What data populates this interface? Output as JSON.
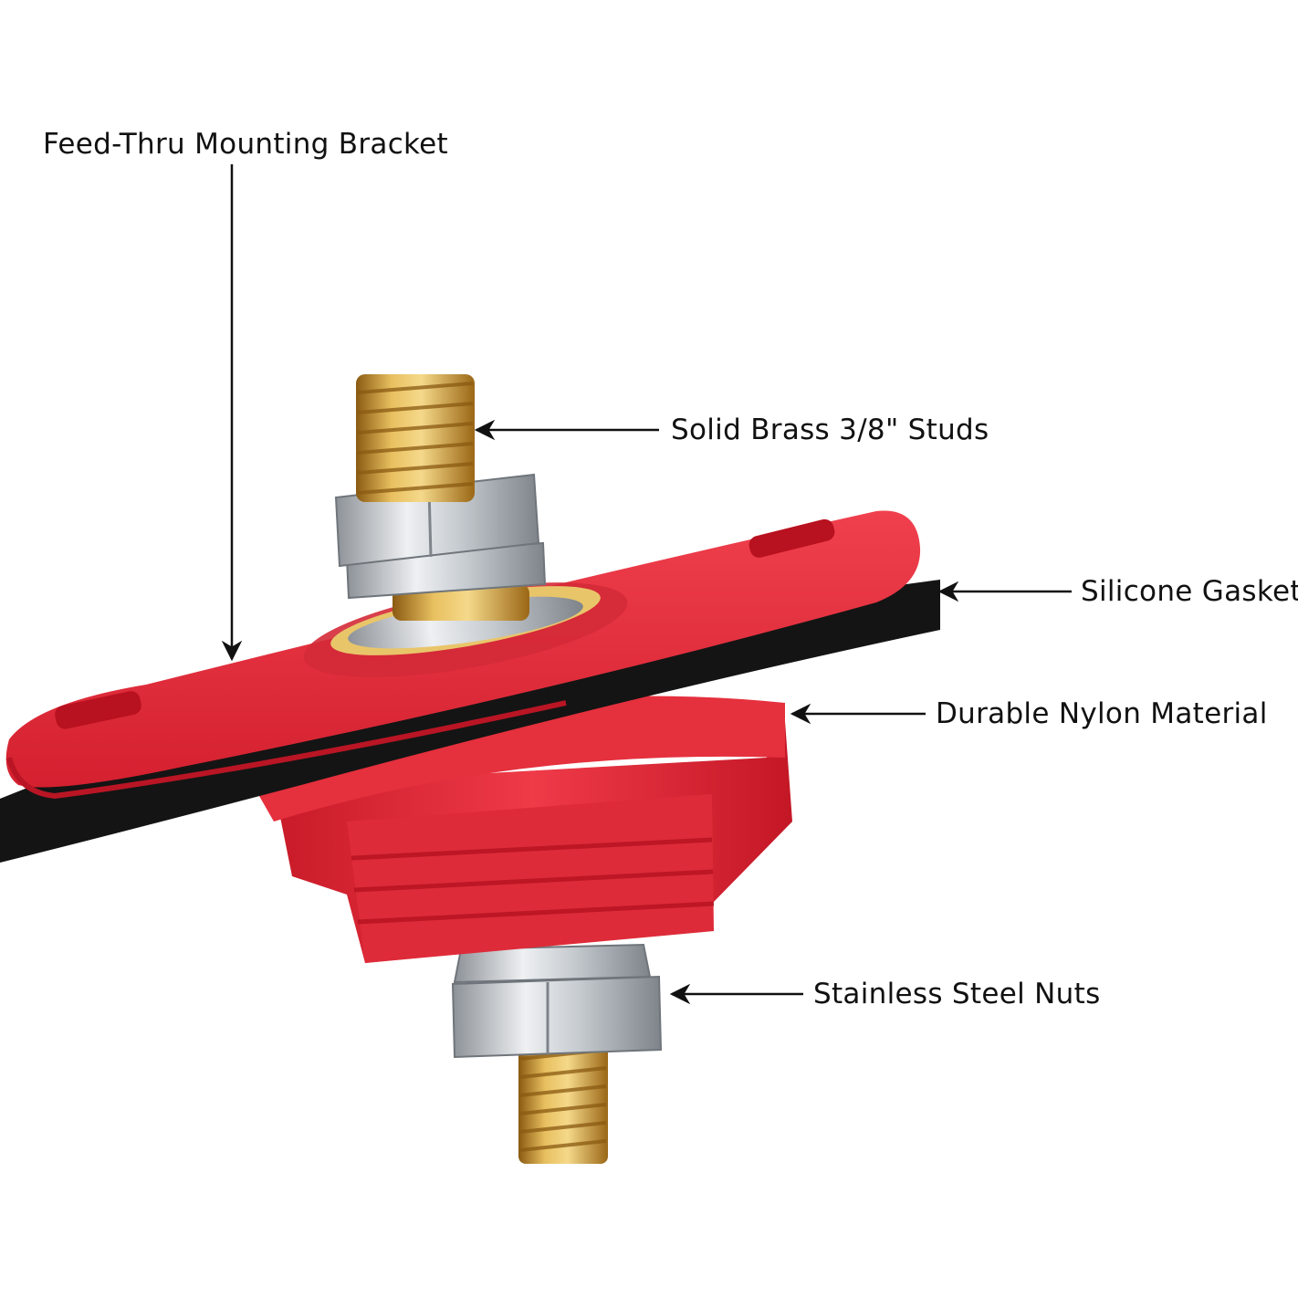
{
  "callouts": {
    "bracket": "Feed-Thru Mounting Bracket",
    "studs": "Solid Brass 3/8\" Studs",
    "gasket": "Silicone Gasket",
    "nylon": "Durable Nylon Material",
    "nuts": "Stainless Steel Nuts"
  },
  "colors": {
    "background": "#ffffff",
    "nylon_red": "#e8313f",
    "gasket_black": "#141414",
    "brass": "#d6a23a",
    "steel": "#c9cdd2",
    "leader": "#111111"
  }
}
